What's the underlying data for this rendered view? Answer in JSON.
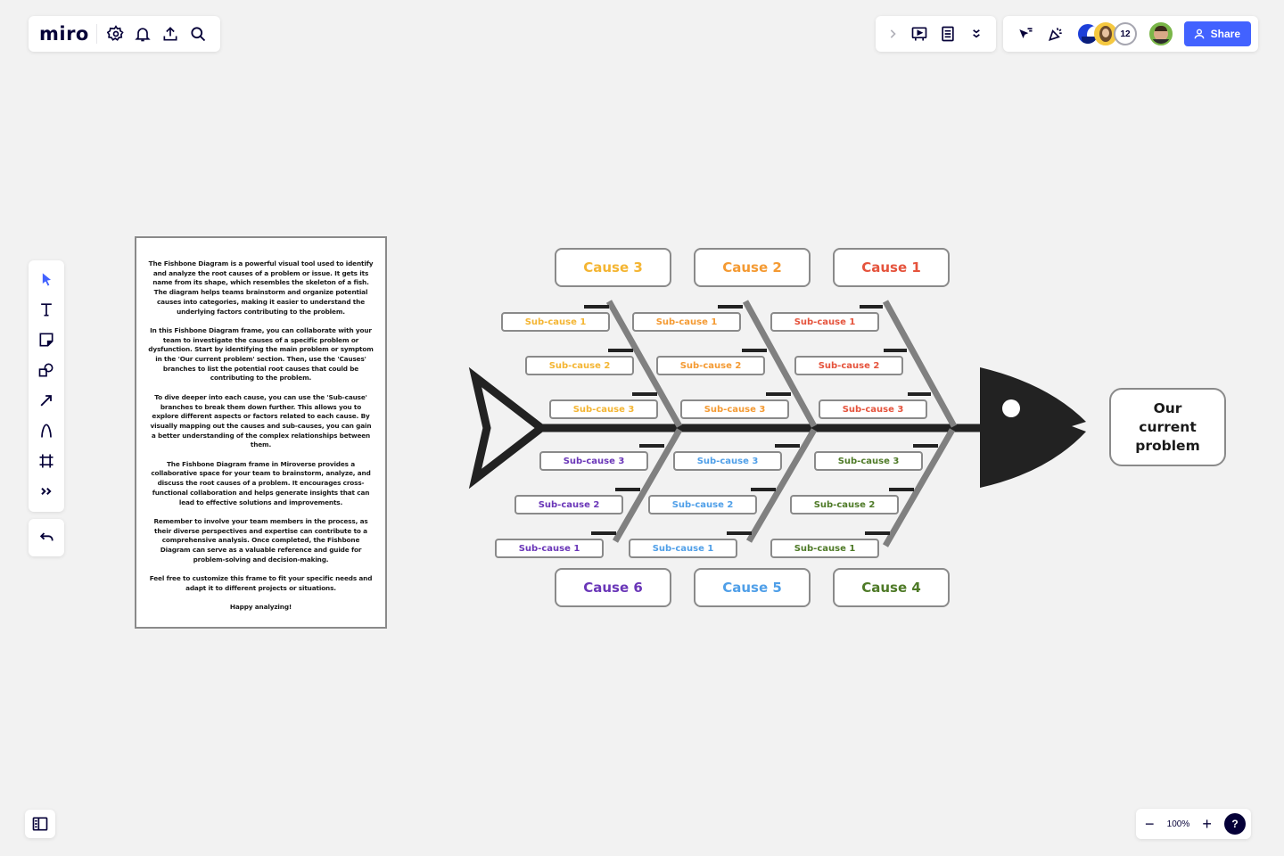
{
  "app": {
    "logo": "miro",
    "toolbar_left": [
      {
        "name": "settings-icon"
      },
      {
        "name": "notifications-icon"
      },
      {
        "name": "export-icon"
      },
      {
        "name": "search-icon"
      }
    ],
    "toolbar_right": {
      "expand_label": "›",
      "presentation": "presentation-icon",
      "notes": "notes-icon",
      "more": "more-icon",
      "cursor_tools": "cursor-icon",
      "reactions": "celebrate-icon",
      "collaborator_count": "12",
      "share_label": "Share"
    },
    "left_tools": [
      {
        "name": "select-tool"
      },
      {
        "name": "text-tool"
      },
      {
        "name": "sticky-note-tool"
      },
      {
        "name": "shapes-tool"
      },
      {
        "name": "connection-line-tool"
      },
      {
        "name": "pen-tool"
      },
      {
        "name": "frame-tool"
      },
      {
        "name": "more-tools"
      }
    ],
    "undo": "undo",
    "zoom_level": "100%",
    "zoom_out": "−",
    "zoom_in": "+",
    "help": "?"
  },
  "info_frame": {
    "paragraphs": [
      "The Fishbone Diagram is a powerful visual tool used to identify and analyze the root causes of a problem or issue. It gets its name from its shape, which resembles the skeleton of a fish. The diagram helps teams brainstorm and organize potential causes into categories, making it easier to understand the underlying factors contributing to the problem.",
      "In this Fishbone Diagram frame, you can collaborate with your team to investigate the causes of a specific problem or dysfunction. Start by identifying the main problem or symptom in the 'Our current problem' section. Then, use the 'Causes' branches to list the potential root causes that could be contributing to the problem.",
      "To dive deeper into each cause, you can use the 'Sub-cause' branches to break them down further. This allows you to explore different aspects or factors related to each cause. By visually mapping out the causes and sub-causes, you can gain a better understanding of the complex relationships between them.",
      "The Fishbone Diagram frame in Miroverse provides a collaborative space for your team to brainstorm, analyze, and discuss the root causes of a problem. It encourages cross-functional collaboration and helps generate insights that can lead to effective solutions and improvements.",
      "Remember to involve your team members in the process, as their diverse perspectives and expertise can contribute to a comprehensive analysis. Once completed, the Fishbone Diagram can serve as a valuable reference and guide for problem-solving and decision-making.",
      "Feel free to customize this frame to fit your specific needs and adapt it to different projects or situations.",
      "Happy analyzing!"
    ]
  },
  "diagram": {
    "problem": "Our current problem",
    "colors": {
      "cause3": "#f4b532",
      "cause2": "#f49a32",
      "cause1": "#e5533c",
      "cause6": "#6a36b8",
      "cause5": "#4f9fe8",
      "cause4": "#4e7a27",
      "spine": "#222222",
      "bone": "#808080"
    },
    "top_causes": [
      {
        "label": "Cause 3",
        "color": "#f4b532",
        "subs": [
          "Sub-cause 1",
          "Sub-cause 2",
          "Sub-cause 3"
        ]
      },
      {
        "label": "Cause 2",
        "color": "#f49a32",
        "subs": [
          "Sub-cause 1",
          "Sub-cause 2",
          "Sub-cause 3"
        ]
      },
      {
        "label": "Cause 1",
        "color": "#e5533c",
        "subs": [
          "Sub-cause 1",
          "Sub-cause 2",
          "Sub-cause 3"
        ]
      }
    ],
    "bottom_causes": [
      {
        "label": "Cause 6",
        "color": "#6a36b8",
        "subs": [
          "Sub-cause 3",
          "Sub-cause 2",
          "Sub-cause 1"
        ]
      },
      {
        "label": "Cause 5",
        "color": "#4f9fe8",
        "subs": [
          "Sub-cause 3",
          "Sub-cause 2",
          "Sub-cause 1"
        ]
      },
      {
        "label": "Cause 4",
        "color": "#4e7a27",
        "subs": [
          "Sub-cause 3",
          "Sub-cause 2",
          "Sub-cause 1"
        ]
      }
    ]
  }
}
